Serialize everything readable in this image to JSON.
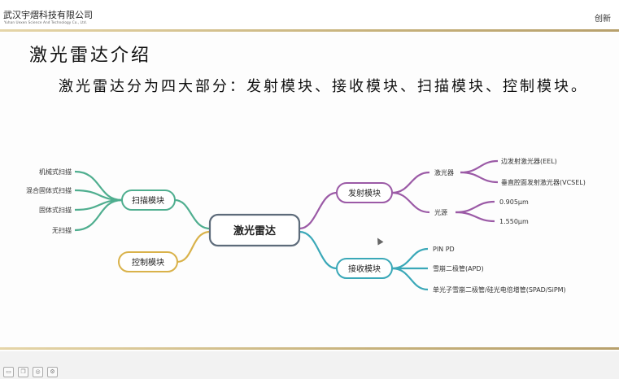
{
  "header": {
    "company_cn": "武汉宇熠科技有限公司",
    "company_en": "Yuhan Uexen Science And Technology Co., Ltd.",
    "nav_label": "创新"
  },
  "slide": {
    "title": "激光雷达介绍",
    "body": "激光雷达分为四大部分：发射模块、接收模块、扫描模块、控制模块。"
  },
  "mindmap": {
    "center": "激光雷达",
    "scan_module": "扫描模块",
    "scan_items": [
      "机械式扫描",
      "混合固体式扫描",
      "固体式扫描",
      "无扫描"
    ],
    "control_module": "控制模块",
    "emit_module": "发射模块",
    "laser": "激光器",
    "laser_types": [
      "边发射激光器(EEL)",
      "垂直腔面发射激光器(VCSEL)"
    ],
    "light_source": "光源",
    "wavelengths": [
      "0.905μm",
      "1.550μm"
    ],
    "receive_module": "接收模块",
    "receivers": [
      "PIN PD",
      "雪崩二极管(APD)",
      "单光子雪崩二极管/硅光电倍增管(SPAD/SiPM)"
    ]
  },
  "colors": {
    "scan": "#4fae8f",
    "control": "#d9b24a",
    "emit": "#9b5aa6",
    "receive": "#3aa8b8"
  },
  "toolbar_icons": [
    "slide-thumb-icon",
    "copy-icon",
    "zoom-icon",
    "settings-icon"
  ]
}
